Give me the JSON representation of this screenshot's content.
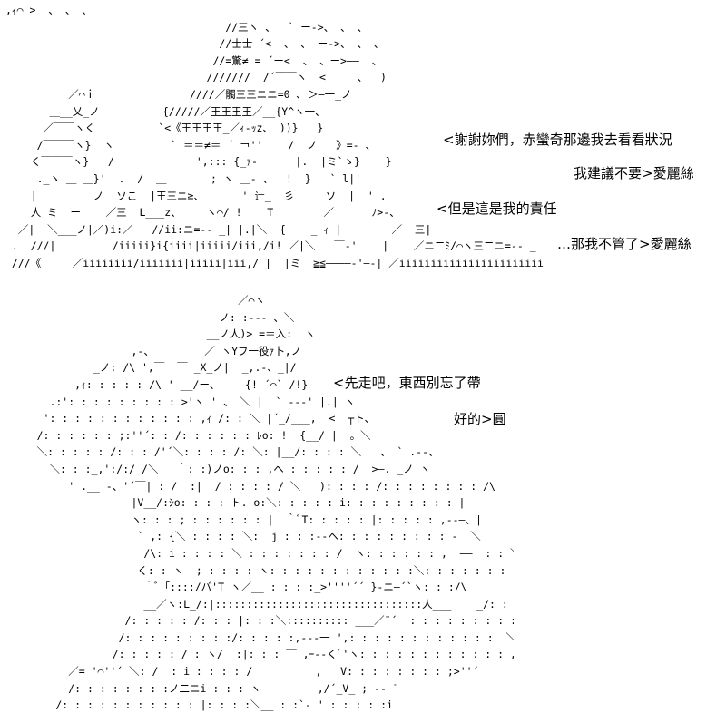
{
  "scene1": {
    "art": ",ｨ⌒ >  、 、 、\n                                   //三ヽ 、  ` ー->、 、 、\n                                  //士士 ´<  、 、 ー‐>、 、 、\n                                 //=驚≠ = ´ー<  、 、ー>――  、\n                                ///////  /´￣￣ヽ  <     、  )\n          ／⌒ｉ               ////／髑三三ニニ=0 ､ ＞―一_ノ\n       ＿__乂_ノ          {/////／王王王王／__{Y^ヽ一、\n      ／￣￣ヽく          `<《王王王王_／ｨ-ｯz、 ))}   }\n     /￣￣￣ヽ}  ヽ         ` ＝＝≠＝ ´ ￢''    /  ノ   》=- 、\n    く￣￣￣ヽ}   /             ',::: {_ｧ‐      |.  |ミ`ゝ}    }\n     ._ゝ ＿ ＿}'  .  /  ＿       ; ヽ ＿‐ 、  !  }   ` l|'\n    |         ノ  ソこ  |王三ニ≧、      ' 辷_  彡     ソ  |  ' .\n    人 ミ  ー    ／三  L___z、    ヽ⌒/ !    T        ／      ﾉ>-、\n  ／|  ＼___ノ|／)i:／   //ii:ニ=-- _| |.|＼  {    _ ｨ |        ／  三|\n .  ///|         /iiiii}i{iiii|iiiii/iii,/i! ／|＼   ￣‐'    |    ／ニ二ﾐ/⌒ヽ三二ニ=-- _\n ///《     ／iiiiiiii/iiiiiii|iiiii|iii,/ |  |ミ  ≧≦――――‐'―‐| ／iiiiiiiiiiiiiiiiiiiiiii",
    "lines": [
      "<謝謝妳們，赤蠻奇那邊我去看看狀況",
      "我建議不要>愛麗絲",
      "<但是這是我的責任",
      "…那我不管了>愛麗絲"
    ]
  },
  "scene2": {
    "art": "                                     ／⌒ヽ\n                                  ノ: :--- 、＼\n                                __ノ人)> =＝入:  ヽ\n                   _,-、__   ___／_ヽYフ一役ｧ卜,ノ\n              _ノ: /\\ ',￣  ￣ _X_ノ|  _,.-、_|/\n           ,ｨ: : : : : /\\ ' __/ー、    {! ´⌒` /!}\n       .:': : : : : : : : : >'ヽ ' 、 ＼ |  ` ‐-‐' |.| ヽ\n      ': : : : : : : : : : : : ,ｨ /: : ＼ |´_/___,  <  ┬ト、\n     /: : : : : : ;:''´: : /: : : : : : ﾚo: !  {__/ |  。＼\n     ＼: : : : : /: : : /'´＼: : : : /: ＼: |__/: : : : ＼   、 ` .--、\n       ＼: : :_,':/:/ /＼   ｀: :)ノo: : : ,ヘ : : : : : /  >―. _ノ ヽ\n          ' .__ ‐、'´￣| : /  :|  / : : : : / ＼   ): : : : /: : : : : : : : /\\\n                    |V__/:ｼo: : : : ト. o:＼: : : : : i: : : : : : : : : |\n                    ヽ: : : ; : : : : : : |  ｀ﾞT: : : : : |: : : : : ,--―、|\n                     ` ,: {＼ : : : : ＼: _j : : :--ヘ: : : : : : : : : -  ＼\n                      /\\: i : : : : ＼ : : : : : : : /  ヽ: : : : : : ,  ――  : : ＼\n                     く: : ヽ  ; : : : : ヽ: : : : : : : : : : : :＼: : : : : : : : : : : :ヽ\n                      ｀ﾞ「::::/バ'T ヽ／__ : : : :_>''''´´ }-ニ―´`ヽ: : :/\\\n                      __／ヽ:L_/:|:::::::::::::::::::::::::::::::::人___    _/: : : : : :`ヽ     ＼: >\n                   /: : : : : /: : : |: : :＼:::::::::: ___／¨´  : : : : : : : : : : : ＼     ノ\n                  /: : : : : : : : :/: : : : :,---一 ',: : : : : : : : : : : :  ＼  '\n                 /: : : : : / : ヽ/  :|: : : ￣ ,ｰ--くﾞ'ヽ: : : : : : : : : : : : ,'\n          ／= '⌒''´ ＼: /  : i : : : : /          ,   V: : : : : : : : ;>''´\n          /: : : : : : : :ノ二ニi : : : ヽ         ,/´_V_ ; -- ¨\n        /: : : : : : : : : : : |: : : :＼__ : :`- ' : : : : :i",
    "lines": [
      "<先走吧，東西別忘了帶",
      "好的>圓"
    ]
  }
}
